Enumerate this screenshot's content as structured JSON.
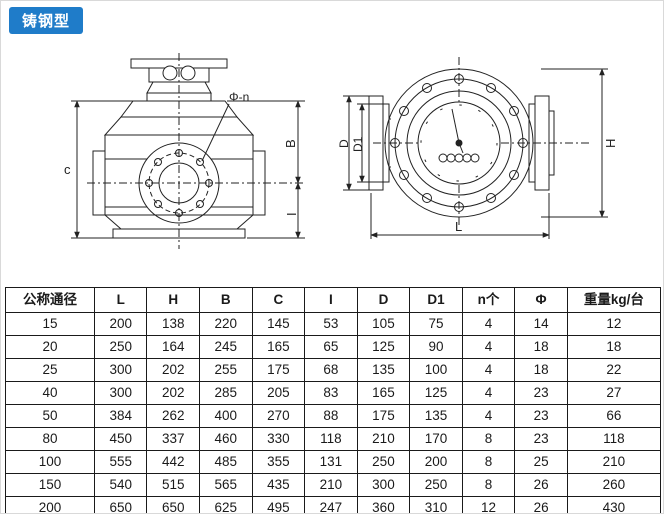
{
  "badge": {
    "label": "铸钢型"
  },
  "drawing": {
    "labels": {
      "c": "c",
      "B": "B",
      "I": "I",
      "phi_n": "Φ-n",
      "D": "D",
      "D1": "D1",
      "L": "L",
      "H": "H"
    }
  },
  "table": {
    "headers": [
      "公称通径",
      "L",
      "H",
      "B",
      "C",
      "I",
      "D",
      "D1",
      "n个",
      "Φ",
      "重量kg/台"
    ],
    "rows": [
      [
        "15",
        "200",
        "138",
        "220",
        "145",
        "53",
        "105",
        "75",
        "4",
        "14",
        "12"
      ],
      [
        "20",
        "250",
        "164",
        "245",
        "165",
        "65",
        "125",
        "90",
        "4",
        "18",
        "18"
      ],
      [
        "25",
        "300",
        "202",
        "255",
        "175",
        "68",
        "135",
        "100",
        "4",
        "18",
        "22"
      ],
      [
        "40",
        "300",
        "202",
        "285",
        "205",
        "83",
        "165",
        "125",
        "4",
        "23",
        "27"
      ],
      [
        "50",
        "384",
        "262",
        "400",
        "270",
        "88",
        "175",
        "135",
        "4",
        "23",
        "66"
      ],
      [
        "80",
        "450",
        "337",
        "460",
        "330",
        "118",
        "210",
        "170",
        "8",
        "23",
        "118"
      ],
      [
        "100",
        "555",
        "442",
        "485",
        "355",
        "131",
        "250",
        "200",
        "8",
        "25",
        "210"
      ],
      [
        "150",
        "540",
        "515",
        "565",
        "435",
        "210",
        "300",
        "250",
        "8",
        "26",
        "260"
      ],
      [
        "200",
        "650",
        "650",
        "625",
        "495",
        "247",
        "360",
        "310",
        "12",
        "26",
        "430"
      ]
    ]
  }
}
